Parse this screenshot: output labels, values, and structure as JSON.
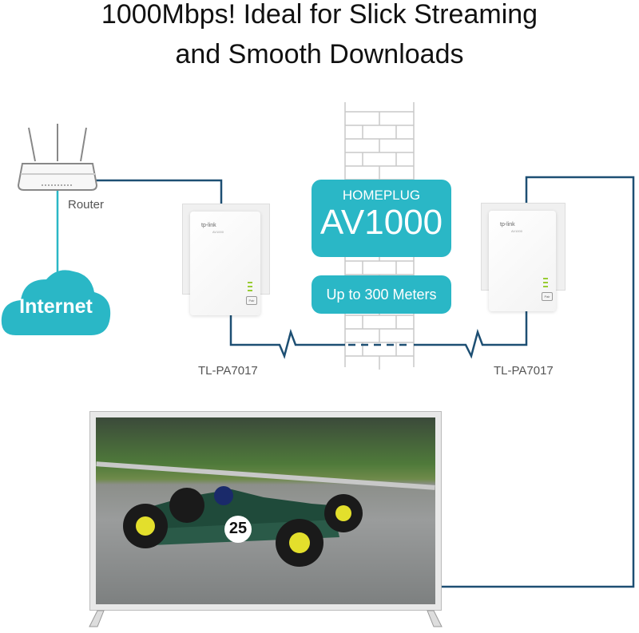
{
  "title": {
    "line1": "1000Mbps! Ideal for Slick Streaming",
    "line2": "and Smooth Downloads"
  },
  "router": {
    "label": "Router"
  },
  "internet": {
    "label": "Internet"
  },
  "homeplug": {
    "top": "HOMEPLUG",
    "big": "AV1000"
  },
  "range": {
    "label": "Up to 300 Meters"
  },
  "adapters": [
    {
      "model": "TL-PA7017",
      "brand": "tp-link",
      "sub": "AV1000",
      "button": "Pair"
    },
    {
      "model": "TL-PA7017",
      "brand": "tp-link",
      "sub": "AV1000",
      "button": "Pair"
    }
  ],
  "tv": {
    "car_number": "25"
  },
  "colors": {
    "teal": "#2ab7c6",
    "cable": "#1d4f73",
    "wall": "#c9c9c9"
  }
}
